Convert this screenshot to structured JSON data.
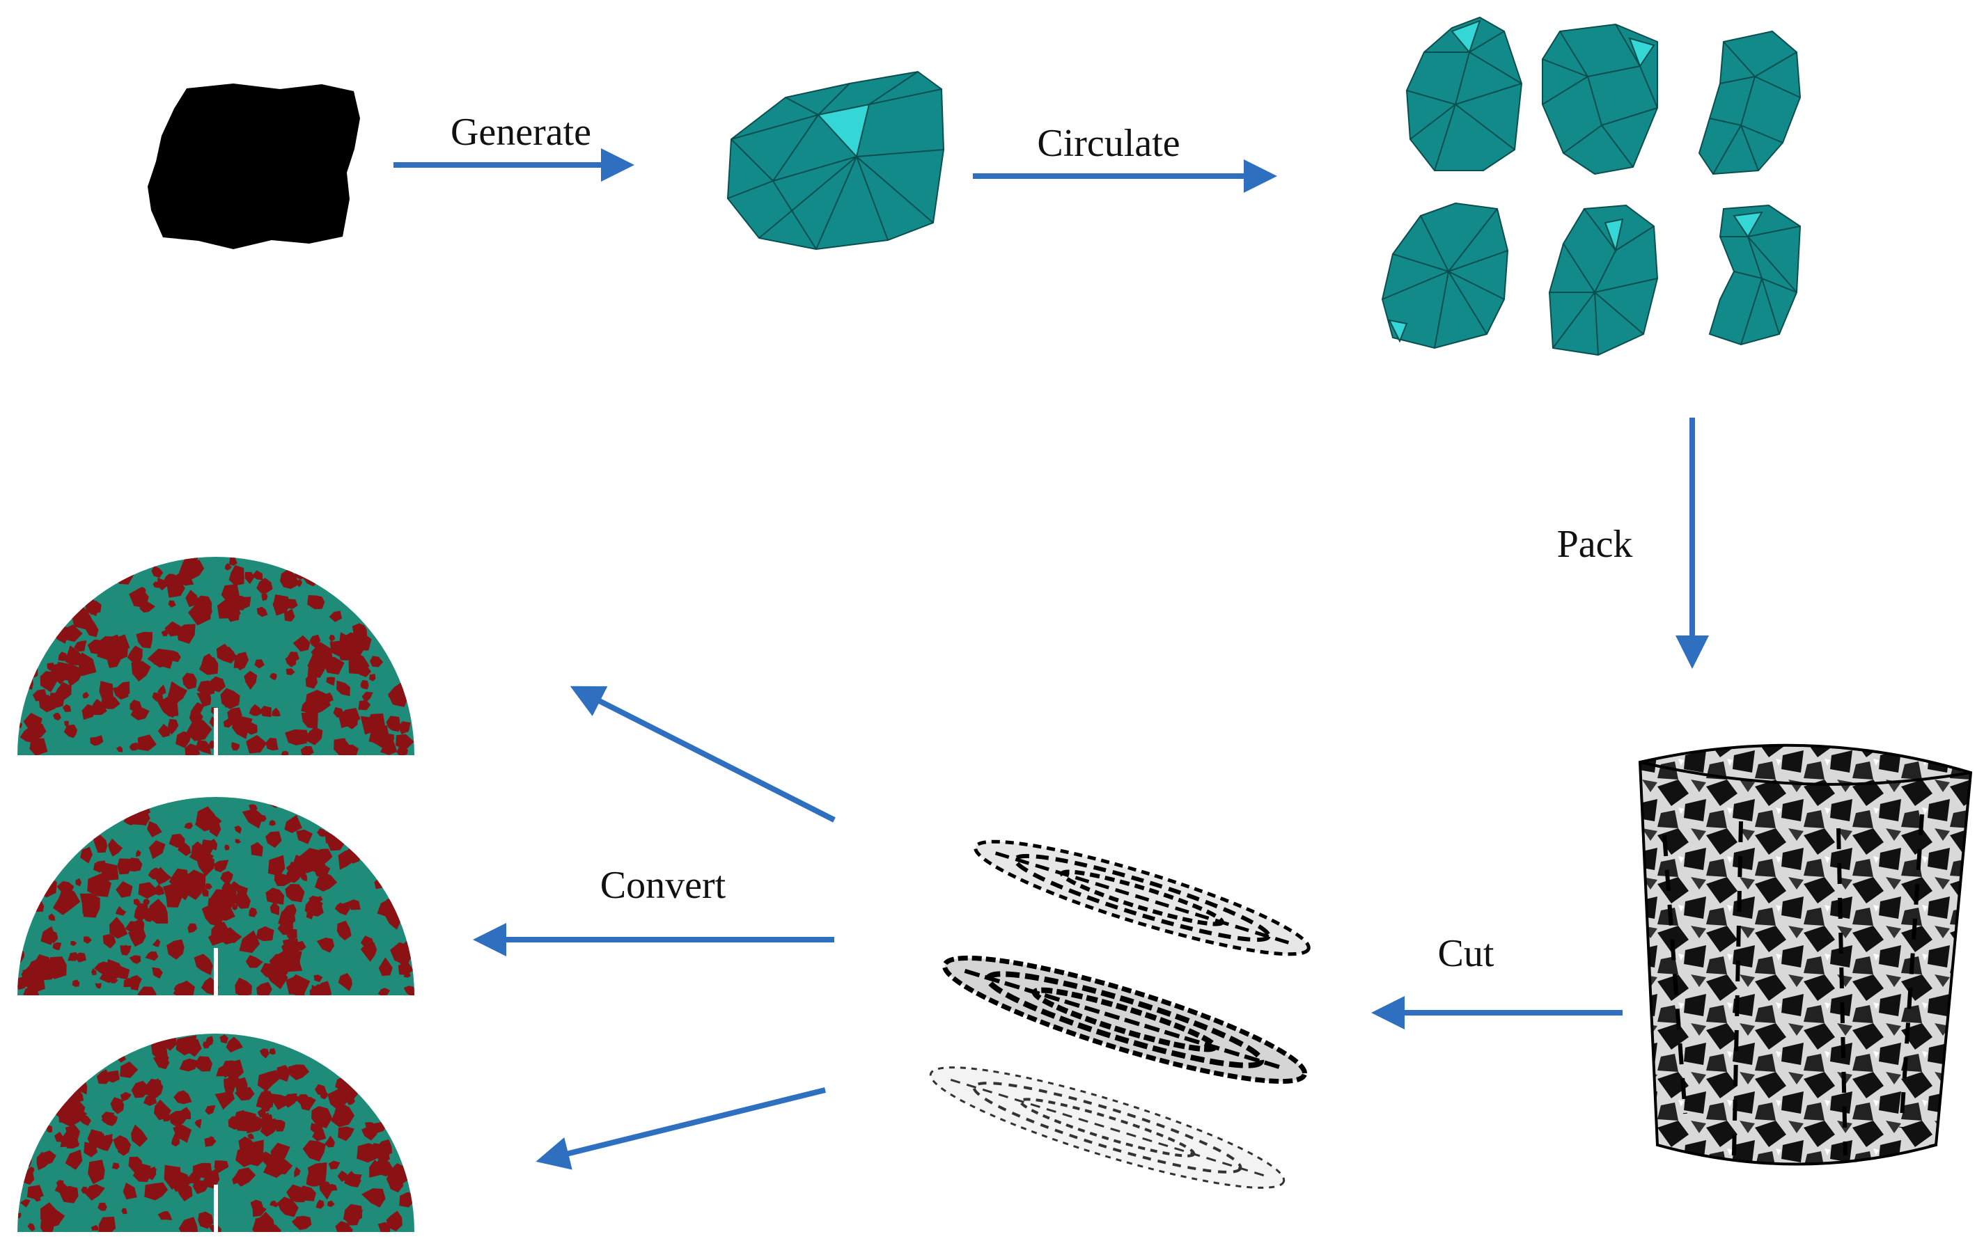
{
  "labels": {
    "generate": "Generate",
    "circulate": "Circulate",
    "pack": "Pack",
    "cut": "Cut",
    "convert": "Convert"
  },
  "colors": {
    "arrow": "#2e6fc0",
    "particle": "#138a8a",
    "particle_edge": "#0a4f4f",
    "particle_highlight": "#35d6d6",
    "silhouette": "#000000",
    "matrix": "#1e8c78",
    "aggregate": "#8b1214",
    "specimen": "#141414"
  },
  "icons": {
    "silhouette": "aggregate-silhouette",
    "particle": "polyhedral-particle",
    "specimen": "packed-specimen-cylinder",
    "slices": "cross-section-slices",
    "semicircles": "semicircular-bending-specimen"
  }
}
